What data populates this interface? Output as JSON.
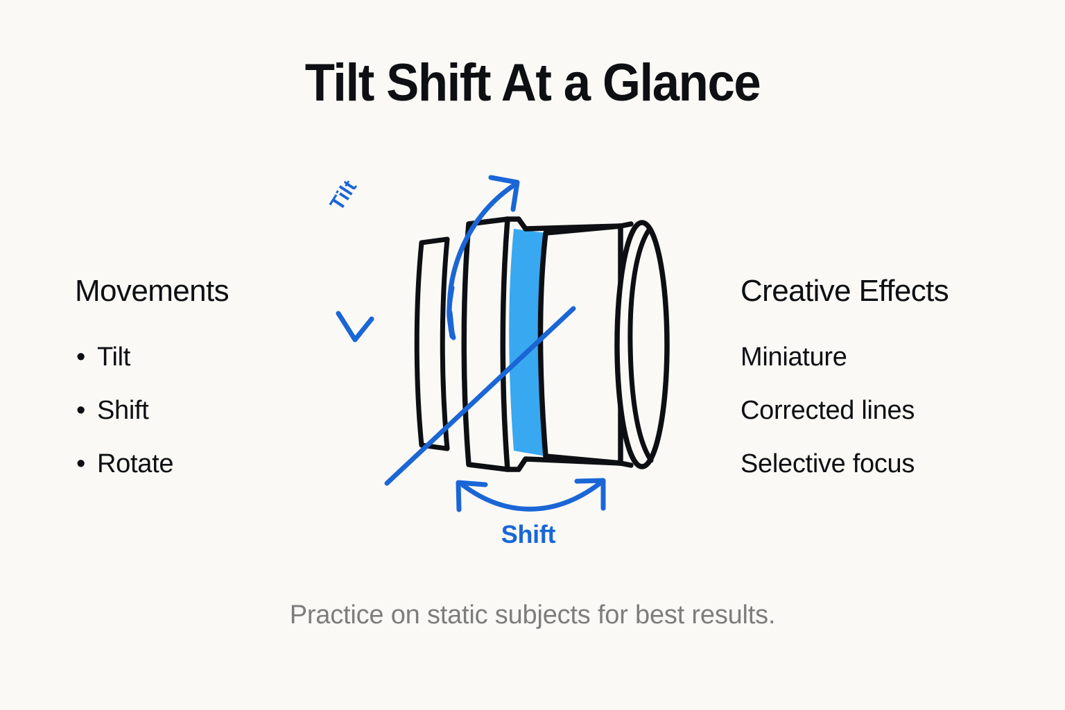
{
  "page": {
    "title": "Tilt Shift At a Glance",
    "caption": "Practice on static subjects for best results.",
    "background_color": "#faf9f6",
    "text_color": "#0d0f12",
    "muted_text_color": "#7d7d7d"
  },
  "columns": {
    "left": {
      "heading": "Movements",
      "bullet_glyph": "•",
      "items": [
        {
          "label": "Tilt"
        },
        {
          "label": "Shift"
        },
        {
          "label": "Rotate"
        }
      ]
    },
    "right": {
      "heading": "Creative Effects",
      "items": [
        {
          "label": "Miniature"
        },
        {
          "label": "Corrected lines"
        },
        {
          "label": "Selective focus"
        }
      ]
    }
  },
  "diagram": {
    "name": "tilt-shift-lens-illustration",
    "accent_blue": "#1a66d6",
    "band_blue": "#38a8f0",
    "outline_color": "#0d0f12",
    "axis_color": "#808080",
    "annotations": {
      "tilt_label": "Tilt",
      "shift_label": "Shift"
    },
    "parts": [
      "rear-mount-ring",
      "rear-barrel-segment",
      "blue-focus-ring-band",
      "mid-barrel-segment",
      "front-element-ring",
      "vertical-axis-line",
      "tilt-plane-line",
      "tilt-arc-arrow",
      "shift-arc-arrow"
    ]
  }
}
